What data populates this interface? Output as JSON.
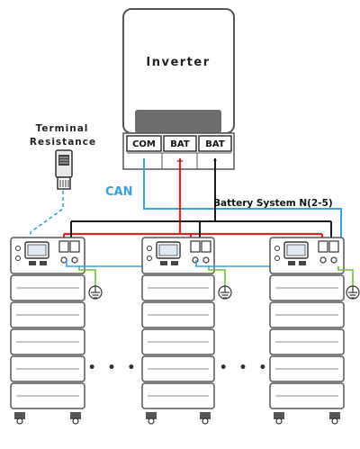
{
  "inverter": {
    "title": "Inverter",
    "ports": [
      "COM",
      "BAT",
      "BAT"
    ],
    "polarity": [
      "+",
      "-"
    ]
  },
  "terminal_resistance": {
    "line1": "Terminal",
    "line2": "Resistance"
  },
  "can_label": "CAN",
  "battery_system_label": "Battery System N(2-5)",
  "ellipsis": [
    "• • •",
    "• • •"
  ],
  "colors": {
    "positive": "#d92525",
    "negative": "#1a1a1a",
    "can": "#3aa0d8",
    "ground": "#6cbf3a",
    "outline": "#555555"
  },
  "icons": [
    "ground-icon",
    "terminal-resistor-icon",
    "battery-module-icon",
    "bms-display-icon"
  ]
}
